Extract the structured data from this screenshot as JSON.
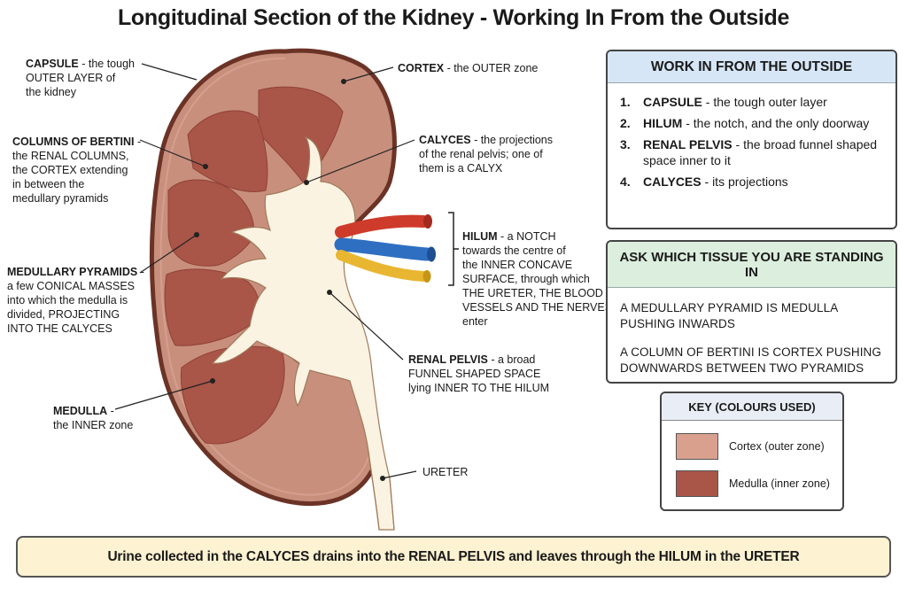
{
  "title": "Longitudinal Section of the Kidney - Working In From the Outside",
  "colors": {
    "cortex": "#c98f7d",
    "medulla": "#a95548",
    "capsule": "#6b3326",
    "pelvis": "#fbf3e2",
    "artery": "#cf3b2a",
    "vein": "#2e6fc2",
    "nerve": "#e9b631",
    "key_cortex": "#d9a08e",
    "key_medulla": "#a95548"
  },
  "labels": {
    "capsule": {
      "term": "CAPSULE",
      "rest": " - the tough",
      "line2": "OUTER LAYER of",
      "line3": "the kidney"
    },
    "columns": {
      "term": "COLUMNS OF BERTINI",
      "rest": " -",
      "line2": "the RENAL COLUMNS,",
      "line3": "the CORTEX extending",
      "line4": "in between the",
      "line5": "medullary pyramids"
    },
    "pyramids": {
      "term": "MEDULLARY PYRAMIDS",
      "rest": " -",
      "line2": "a few CONICAL MASSES",
      "line3": "into which the medulla is",
      "line4": "divided, PROJECTING",
      "line5": "INTO THE CALYCES"
    },
    "medulla": {
      "term": "MEDULLA",
      "rest": " -",
      "line2": "the INNER zone"
    },
    "cortex": {
      "term": "CORTEX",
      "rest": " - the OUTER zone"
    },
    "calyces": {
      "term": "CALYCES",
      "rest": " - the projections",
      "line2": "of the renal pelvis; one of",
      "line3": "them is a CALYX"
    },
    "hilum": {
      "term": "HILUM",
      "rest": " - a NOTCH",
      "line2": "towards the centre of",
      "line3": "the INNER CONCAVE",
      "line4": "SURFACE, through which",
      "line5": "THE URETER, THE BLOOD",
      "line6": "VESSELS AND THE NERVES",
      "line7": "enter"
    },
    "pelvis": {
      "term": "RENAL PELVIS",
      "rest": " - a broad",
      "line2": "FUNNEL SHAPED SPACE",
      "line3": "lying INNER TO THE HILUM"
    },
    "ureter": {
      "term": "URETER"
    }
  },
  "work_in": {
    "heading": "WORK IN FROM THE OUTSIDE",
    "steps": [
      {
        "num": "1.",
        "term": "CAPSULE",
        "text": " - the tough outer layer"
      },
      {
        "num": "2.",
        "term": "HILUM",
        "text": " - the notch, and the only doorway"
      },
      {
        "num": "3.",
        "term": "RENAL PELVIS",
        "text": " - the broad funnel shaped space inner to it"
      },
      {
        "num": "4.",
        "term": "CALYCES",
        "text": " - its projections"
      }
    ]
  },
  "ask": {
    "heading": "ASK WHICH TISSUE YOU ARE STANDING IN",
    "p1": "A MEDULLARY PYRAMID IS MEDULLA PUSHING INWARDS",
    "p2": "A COLUMN OF BERTINI IS CORTEX PUSHING DOWNWARDS BETWEEN TWO PYRAMIDS"
  },
  "key": {
    "heading": "KEY (COLOURS USED)",
    "cortex": "Cortex (outer zone)",
    "medulla": "Medulla (inner zone)"
  },
  "footer": "Urine collected in the CALYCES drains into the RENAL PELVIS and leaves through the HILUM in the URETER"
}
